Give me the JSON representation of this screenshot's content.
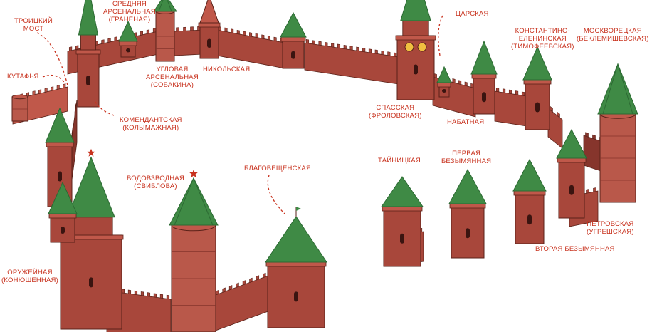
{
  "colors": {
    "wall": "#a8473b",
    "wall_dark": "#86352c",
    "wall_light": "#c0584a",
    "tower_round": "#b9584a",
    "roof": "#3f8a45",
    "roof_dark": "#2c6a33",
    "label": "#c8321e",
    "outline": "#5a2219",
    "window": "#3a1410"
  },
  "labels": {
    "troitskaya": [
      "ТРОИЦКИЙ",
      "МОСТ"
    ],
    "kutafya": [
      "КУТАФЬЯ"
    ],
    "srednyaya": [
      "СРЕДНЯЯ",
      "АРСЕНАЛЬНАЯ",
      "(ГРАНЁНАЯ)"
    ],
    "uglovaya": [
      "УГЛОВАЯ",
      "АРСЕНАЛЬНАЯ",
      "(СОБАКИНА)"
    ],
    "nikolskaya": [
      "НИКОЛЬСКАЯ"
    ],
    "komendantskaya": [
      "КОМЕНДАНТСКАЯ",
      "(КОЛЫМАЖНАЯ)"
    ],
    "tsarskaya": [
      "ЦАРСКАЯ"
    ],
    "spasskaya": [
      "СПАССКАЯ",
      "(ФРОЛОВСКАЯ)"
    ],
    "konstantino": [
      "КОНСТАНТИНО-",
      "ЕЛЕНИНСКАЯ",
      "(ТИМОФЕЕВСКАЯ)"
    ],
    "moskvoretskaya": [
      "МОСКВОРЕЦКАЯ",
      "(БЕКЛЕМИШЕВСКАЯ)"
    ],
    "nabatnaya": [
      "НАБАТНАЯ"
    ],
    "blagoveshchenskaya": [
      "БЛАГОВЕЩЕНСКАЯ"
    ],
    "vodovzvodnaya": [
      "ВОДОВЗВОДНАЯ",
      "(СВИБЛОВА)"
    ],
    "taynitskaya": [
      "ТАЙНИЦКАЯ"
    ],
    "pervaya": [
      "ПЕРВАЯ",
      "БЕЗЫМЯННАЯ"
    ],
    "vtoraya": [
      "ВТОРАЯ БЕЗЫМЯННАЯ"
    ],
    "petrovskaya": [
      "ПЕТРОВСКАЯ",
      "(УГРЕШСКАЯ)"
    ],
    "oruzheynaya": [
      "ОРУЖЕЙНАЯ",
      "(КОНЮШЕННАЯ)"
    ]
  },
  "icons": {
    "star": "star-icon",
    "clock": "clock-icon",
    "arrow": "dashed-arrow-icon",
    "flag": "flag-icon"
  }
}
